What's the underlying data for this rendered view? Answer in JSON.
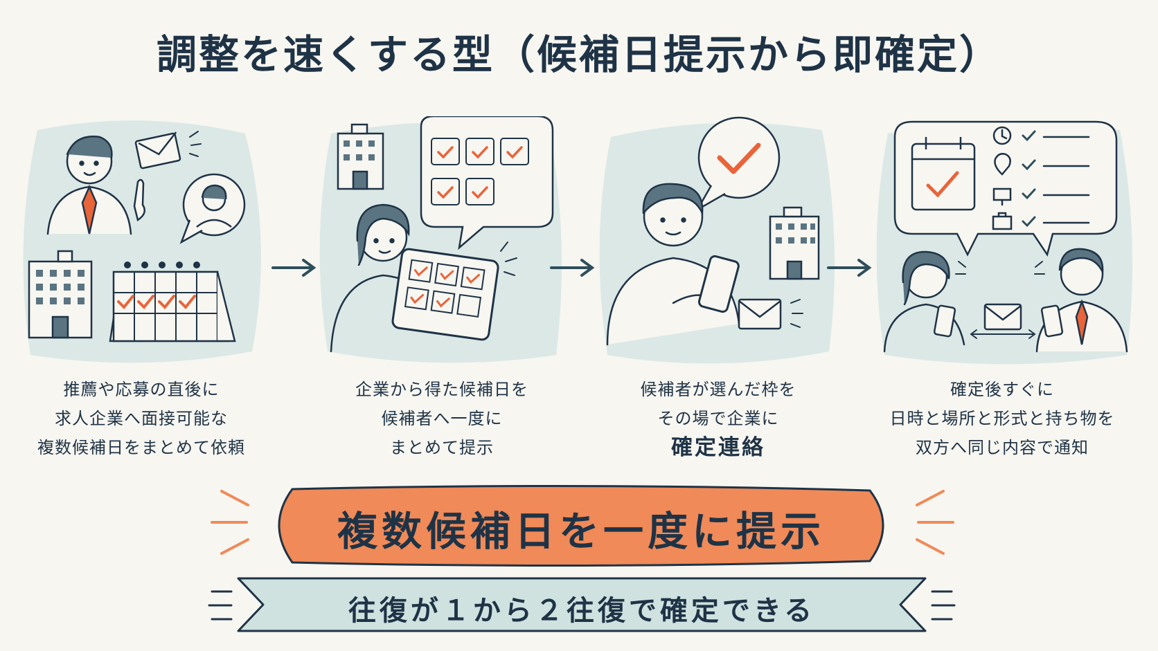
{
  "title": "調整を速くする型（候補日提示から即確定）",
  "steps": [
    {
      "lines": [
        "推薦や応募の直後に",
        "求人企業へ面接可能な",
        "複数候補日をまとめて依頼"
      ]
    },
    {
      "lines": [
        "企業から得た候補日を",
        "候補者へ一度に",
        "まとめて提示"
      ]
    },
    {
      "lines": [
        "候補者が選んだ枠を",
        "その場で企業に"
      ],
      "emphasis": "確定連絡"
    },
    {
      "lines": [
        "確定後すぐに",
        "日時と場所と形式と持ち物を",
        "双方へ同じ内容で通知"
      ]
    }
  ],
  "banner": {
    "text": "複数候補日を一度に提示"
  },
  "ribbon": {
    "text": "往復が１から２往復で確定できる"
  },
  "colors": {
    "ink": "#1f3346",
    "accent": "#f08a58",
    "teal_bg": "#dbe8e6",
    "ribbon": "#cfe2e0",
    "check": "#e8643a"
  },
  "icons": [
    "envelope-icon",
    "building-icon",
    "calendar-icon",
    "tablet-icon",
    "smartphone-icon",
    "checkmark-icon",
    "clock-icon",
    "location-pin-icon",
    "monitor-icon",
    "briefcase-icon",
    "arrow-right-icon"
  ]
}
